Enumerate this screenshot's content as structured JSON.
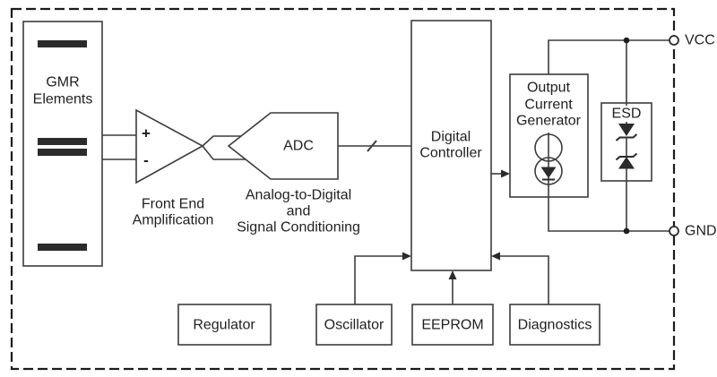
{
  "colors": {
    "line": "#3c3c3c",
    "bar_fill": "#2b2b2b",
    "text": "#1f1f1f",
    "background": "#ffffff",
    "terminal_fill": "#ffffff"
  },
  "blocks": {
    "gmr": {
      "line1": "GMR",
      "line2": "Elements"
    },
    "front_end": {
      "caption1": "Front End",
      "caption2": "Amplification",
      "plus": "+",
      "minus": "-"
    },
    "adc": {
      "label": "ADC",
      "caption1": "Analog-to-Digital",
      "caption2": "and",
      "caption3": "Signal Conditioning"
    },
    "digital_controller": {
      "line1": "Digital",
      "line2": "Controller"
    },
    "output_current_generator": {
      "line1": "Output",
      "line2": "Current",
      "line3": "Generator"
    },
    "esd": {
      "label": "ESD"
    },
    "regulator": {
      "label": "Regulator"
    },
    "oscillator": {
      "label": "Oscillator"
    },
    "eeprom": {
      "label": "EEPROM"
    },
    "diagnostics": {
      "label": "Diagnostics"
    }
  },
  "terminals": {
    "vcc": "VCC",
    "gnd": "GND"
  }
}
